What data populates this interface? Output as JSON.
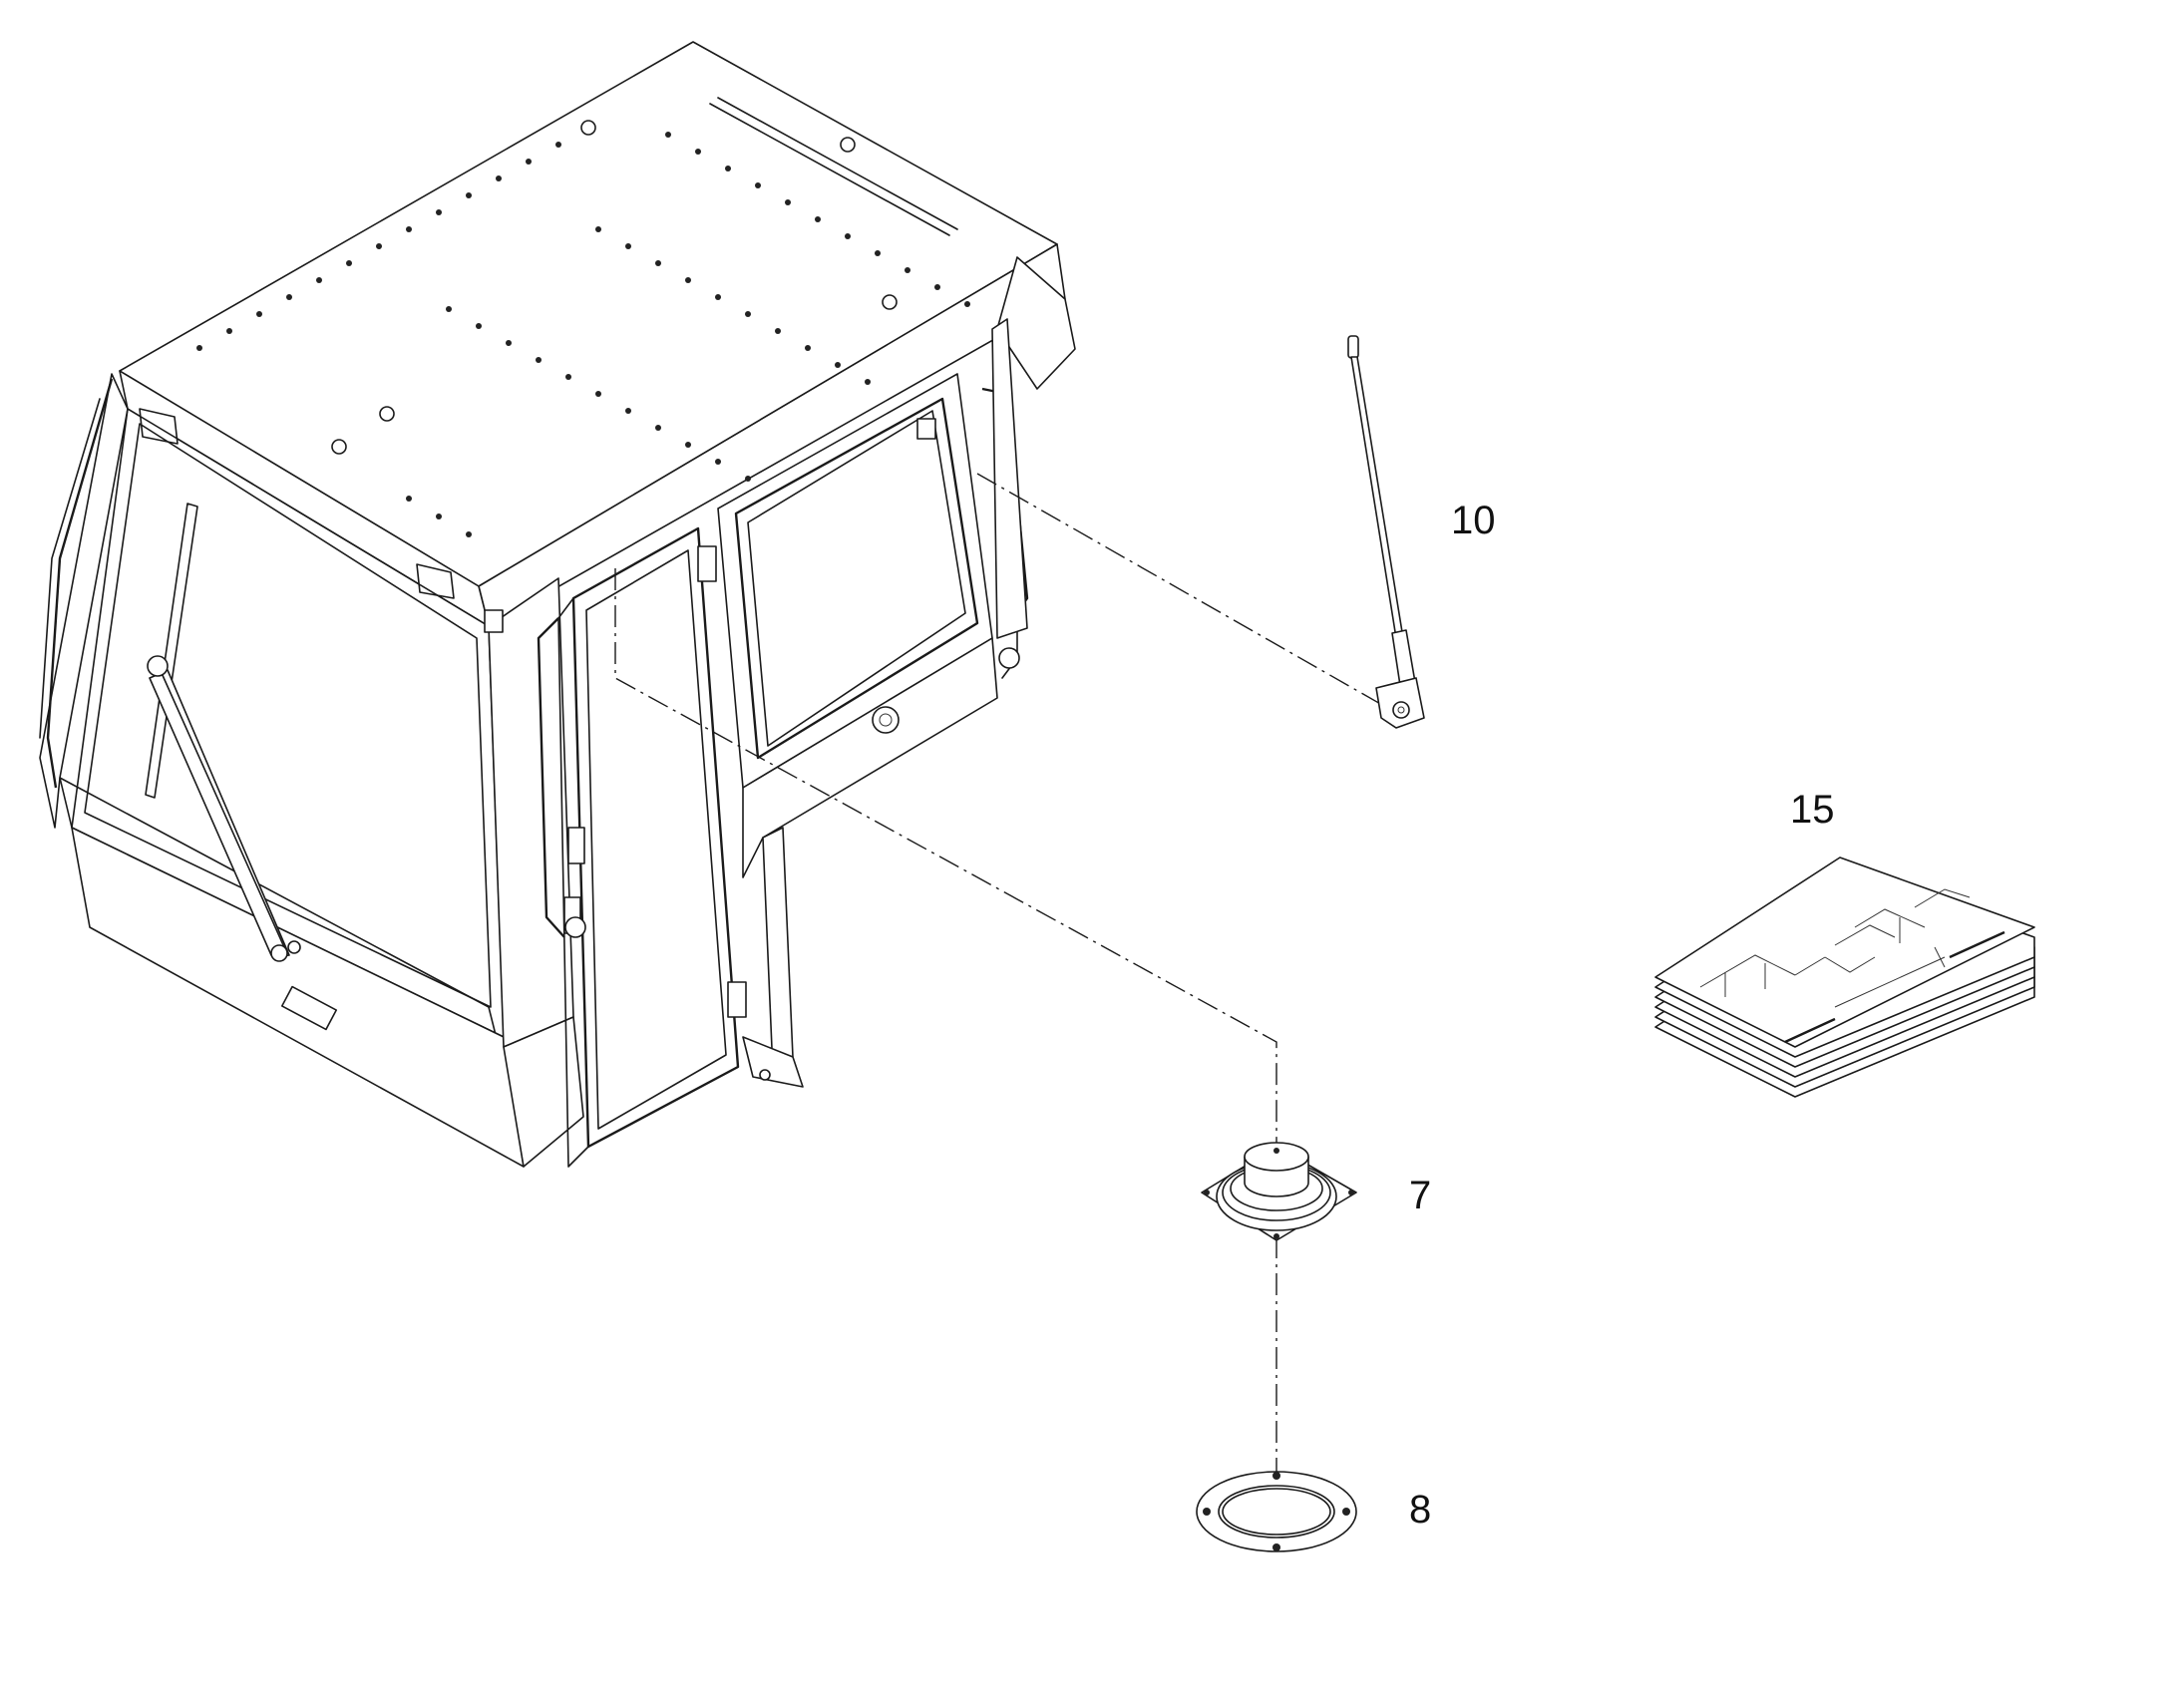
{
  "callouts": {
    "antenna": "10",
    "manual": "15",
    "speaker": "7",
    "speaker_grille": "8"
  },
  "colors": {
    "line": "#1a1a1a",
    "background": "#ffffff"
  }
}
